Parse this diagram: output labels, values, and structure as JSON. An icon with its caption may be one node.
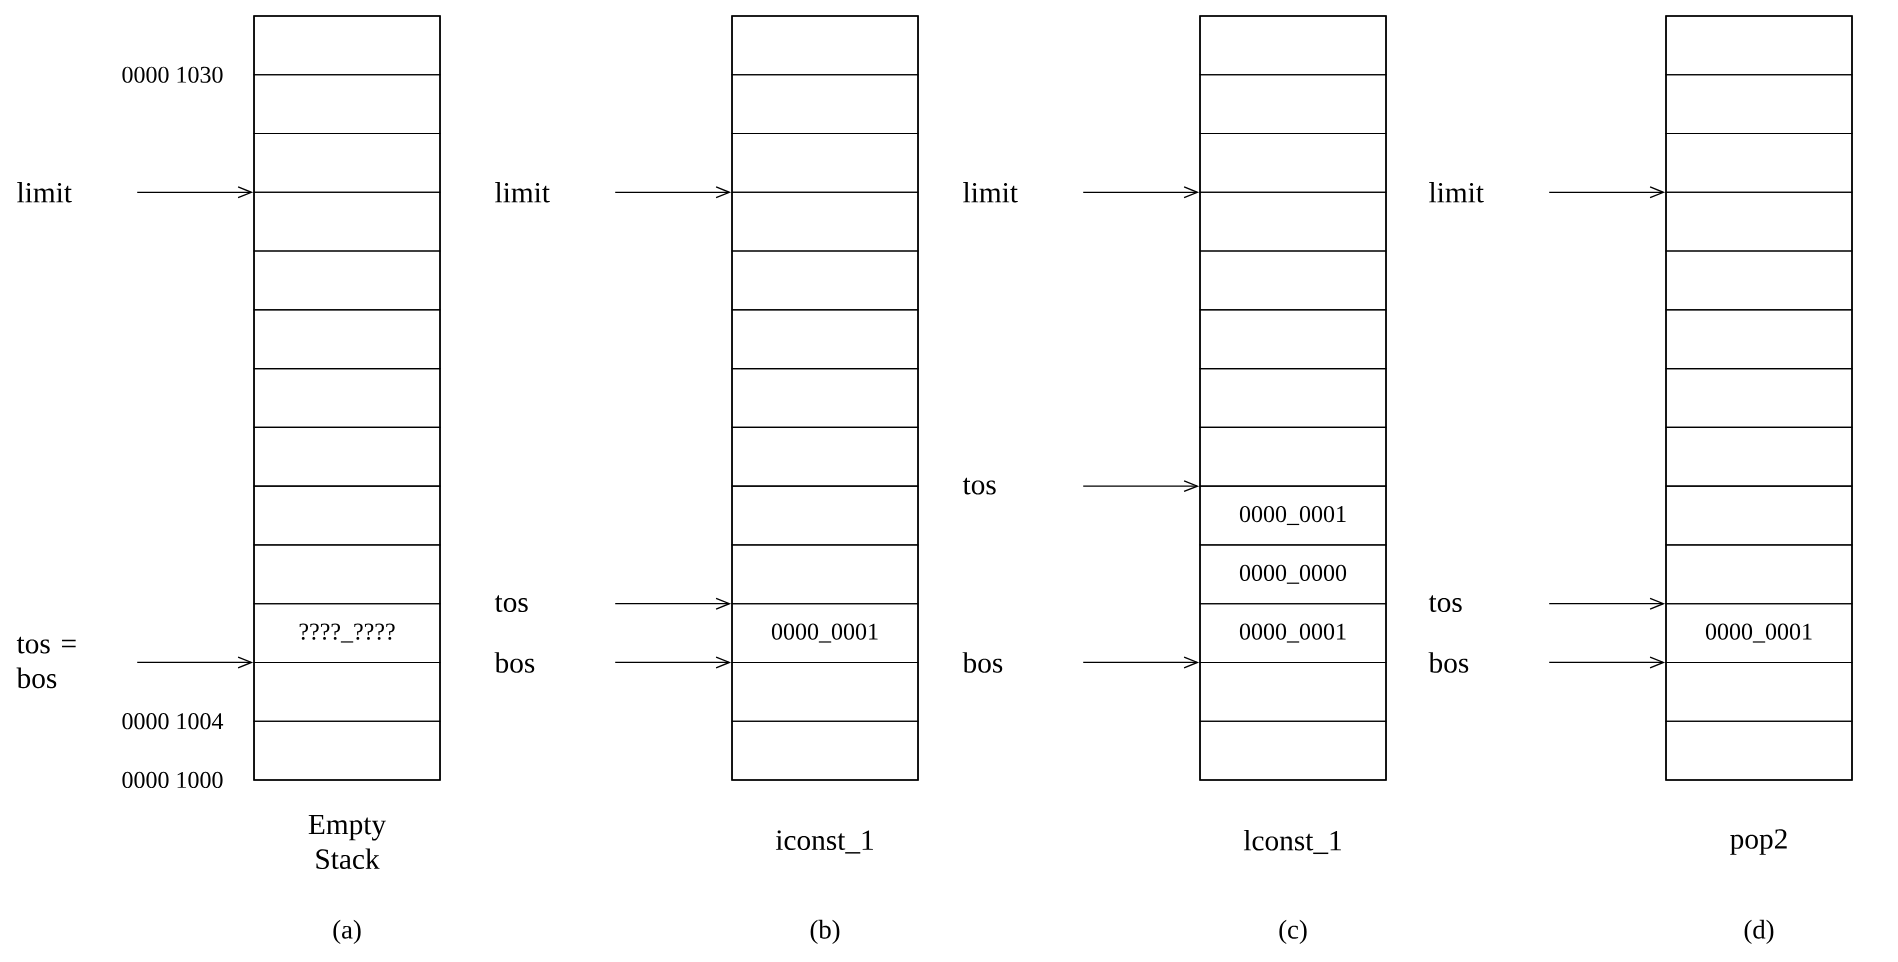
{
  "diagram": {
    "nodes": [
      {
        "text": [],
        "shape": "box",
        "beside": [
          "Empty Stack",
          "(a)"
        ]
      },
      {
        "text": [],
        "shape": "box",
        "in": 0
      },
      {
        "text": [],
        "shape": "box",
        "in": 0
      },
      {
        "text": [],
        "shape": "box",
        "in": 0
      },
      {
        "text": [],
        "shape": "box",
        "in": 0
      },
      {
        "text": [],
        "shape": "box",
        "in": 0
      },
      {
        "text": [],
        "shape": "box",
        "in": 0
      },
      {
        "text": [],
        "shape": "box",
        "in": 0
      },
      {
        "text": [],
        "shape": "box",
        "in": 0
      },
      {
        "text": [],
        "shape": "box",
        "in": 0
      },
      {
        "text": [],
        "shape": "box",
        "in": 0
      },
      {
        "text": [
          "????_????"
        ],
        "in": 0
      },
      {
        "text": [],
        "shape": "box",
        "in": 0
      },
      {
        "text": [],
        "shape": "box",
        "in": 0
      },
      {
        "text": [
          "limit"
        ]
      },
      {
        "text": [
          "tos = bos"
        ]
      },
      {
        "text": [],
        "shape": "box",
        "beside": [
          "iconst_1",
          "(b)"
        ]
      },
      {
        "text": [],
        "shape": "box",
        "in": 16
      },
      {
        "text": [],
        "shape": "box",
        "in": 16
      },
      {
        "text": [],
        "shape": "box",
        "in": 16
      },
      {
        "text": [],
        "shape": "box",
        "in": 16
      },
      {
        "text": [],
        "shape": "box",
        "in": 16
      },
      {
        "text": [],
        "shape": "box",
        "in": 16
      },
      {
        "text": [],
        "shape": "box",
        "in": 16
      },
      {
        "text": [],
        "shape": "box",
        "in": 16
      },
      {
        "text": [],
        "shape": "box",
        "in": 16
      },
      {
        "text": [],
        "shape": "box",
        "in": 16
      },
      {
        "text": [
          "0000_0001"
        ],
        "in": 16
      },
      {
        "text": [],
        "shape": "box",
        "in": 16
      },
      {
        "text": [],
        "shape": "box",
        "in": 16
      },
      {
        "text": [
          "limit"
        ]
      },
      {
        "text": [
          "tos"
        ]
      },
      {
        "text": [
          "bos"
        ]
      },
      {
        "text": [],
        "shape": "box",
        "beside": [
          "lconst_1",
          "(c)"
        ]
      },
      {
        "text": [],
        "shape": "box",
        "in": 33
      },
      {
        "text": [],
        "shape": "box",
        "in": 33
      },
      {
        "text": [],
        "shape": "box",
        "in": 33
      },
      {
        "text": [],
        "shape": "box",
        "in": 33
      },
      {
        "text": [],
        "shape": "box",
        "in": 33
      },
      {
        "text": [],
        "shape": "box",
        "in": 33
      },
      {
        "text": [],
        "shape": "box",
        "in": 33
      },
      {
        "text": [],
        "shape": "box",
        "in": 33
      },
      {
        "text": [
          "0000_0001"
        ],
        "in": 33
      },
      {
        "text": [
          "0000_0000"
        ],
        "in": 33
      },
      {
        "text": [
          "0000_0001"
        ],
        "in": 33
      },
      {
        "text": [],
        "shape": "box",
        "in": 33
      },
      {
        "text": [],
        "shape": "box",
        "in": 33
      },
      {
        "text": [
          "limit"
        ]
      },
      {
        "text": [
          "tos"
        ]
      },
      {
        "text": [
          "bos"
        ]
      },
      {
        "text": [],
        "shape": "box",
        "beside": [
          "pop2",
          "(d)"
        ]
      },
      {
        "text": [],
        "shape": "box",
        "in": 50
      },
      {
        "text": [],
        "shape": "box",
        "in": 50
      },
      {
        "text": [],
        "shape": "box",
        "in": 50
      },
      {
        "text": [],
        "shape": "box",
        "in": 50
      },
      {
        "text": [],
        "shape": "box",
        "in": 50
      },
      {
        "text": [],
        "shape": "box",
        "in": 50
      },
      {
        "text": [],
        "shape": "box",
        "in": 50
      },
      {
        "text": [],
        "shape": "box",
        "in": 50
      },
      {
        "text": [],
        "shape": "box",
        "in": 50
      },
      {
        "text": [],
        "shape": "box",
        "in": 50
      },
      {
        "text": [
          "0000_0001"
        ],
        "in": 50
      },
      {
        "text": [],
        "shape": "box",
        "in": 50
      },
      {
        "text": [],
        "shape": "box",
        "in": 50
      },
      {
        "text": [
          "limit"
        ]
      },
      {
        "text": [
          "tos"
        ]
      },
      {
        "text": [
          "bos"
        ]
      }
    ],
    "edges": [
      {
        "from": 14,
        "to": 0,
        "arrow": "to"
      },
      {
        "from": 15,
        "to": 0,
        "arrow": "to"
      },
      {
        "from": 30,
        "to": 16,
        "arrow": "to"
      },
      {
        "from": 31,
        "to": 16,
        "arrow": "to"
      },
      {
        "from": 32,
        "to": 16,
        "arrow": "to"
      },
      {
        "from": 47,
        "to": 33,
        "arrow": "to"
      },
      {
        "from": 48,
        "to": 33,
        "arrow": "to"
      },
      {
        "from": 49,
        "to": 33,
        "arrow": "to"
      },
      {
        "from": 64,
        "to": 50,
        "arrow": "to"
      },
      {
        "from": 65,
        "to": 50,
        "arrow": "to"
      },
      {
        "from": 66,
        "to": 50,
        "arrow": "to"
      }
    ],
    "labels": [
      "0000 1030",
      "0000 1004",
      "0000 1000"
    ]
  }
}
